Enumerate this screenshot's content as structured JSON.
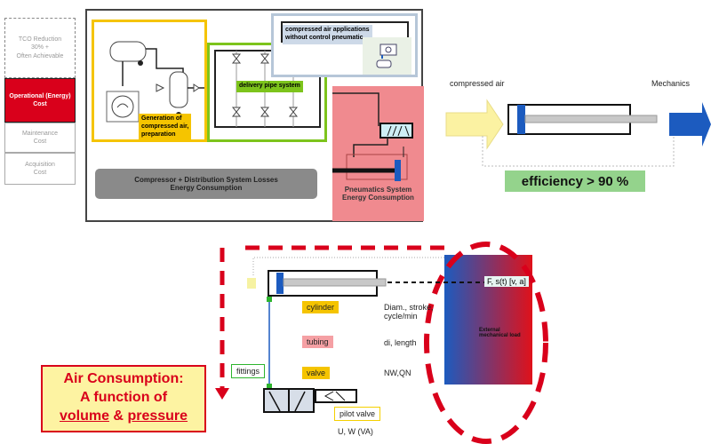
{
  "tco_stack": {
    "items": [
      {
        "label": "TCO Reduction\n30% +\nOften Achievable",
        "style": "dashed"
      },
      {
        "label": "Operational (Energy)\nCost",
        "style": "highlight"
      },
      {
        "label": "Maintenance\nCost",
        "style": "normal"
      },
      {
        "label": "Acquisition\nCost",
        "style": "normal"
      }
    ]
  },
  "system_diagram": {
    "generation_label": "Generation of\ncompressed air,\npreparation",
    "delivery_label": "delivery pipe system",
    "applications_label": "compressed air applications\nwithout control pneumatic",
    "losses_label": "Compressor + Distribution System Losses\nEnergy Consumption",
    "pneumatics_label": "Pneumatics System\nEnergy Consumption"
  },
  "efficiency_diagram": {
    "input_label": "compressed air",
    "output_label": "Mechanics",
    "efficiency_label": "efficiency  > 90 %"
  },
  "consumption_diagram": {
    "tags": {
      "cylinder": "cylinder",
      "tubing": "tubing",
      "valve": "valve",
      "fittings": "fittings",
      "pilot_valve": "pilot valve"
    },
    "params": {
      "cylinder": "Diam., stroke,\ncycle/min",
      "tubing": "di, length",
      "valve": "NW,QN",
      "pilot_valve": "U, W (VA)"
    },
    "load_signal": "F, s(t) [v, a]",
    "load_label": "External\nmechanical load"
  },
  "callout": {
    "line1": "Air Consumption:",
    "line2": "A function of",
    "word_volume": "volume",
    "amp": " & ",
    "word_pressure": "pressure"
  },
  "colors": {
    "red": "#d9001b",
    "yellow_frame": "#f5c400",
    "green_frame": "#7dc41c",
    "pink_panel": "#f08a8f",
    "blue_piston": "#1c5bbf"
  }
}
